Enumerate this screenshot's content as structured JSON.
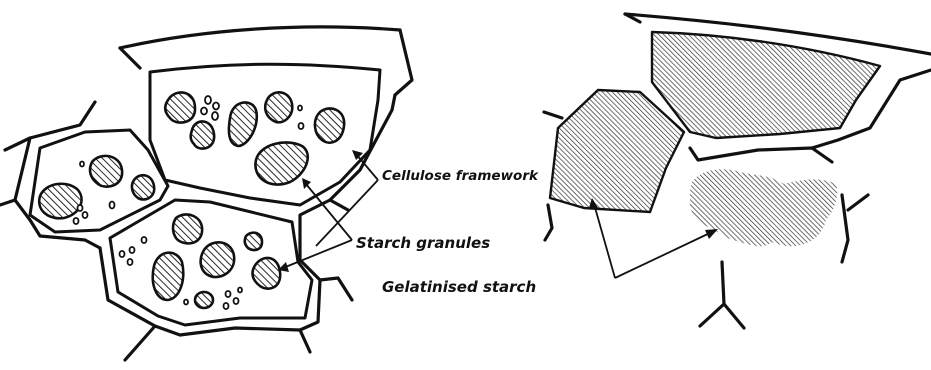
{
  "labels": {
    "cellulose_framework": "Cellulose framework",
    "starch_granules": "Starch granules",
    "gelatinised_starch": "Gelatinised starch"
  }
}
